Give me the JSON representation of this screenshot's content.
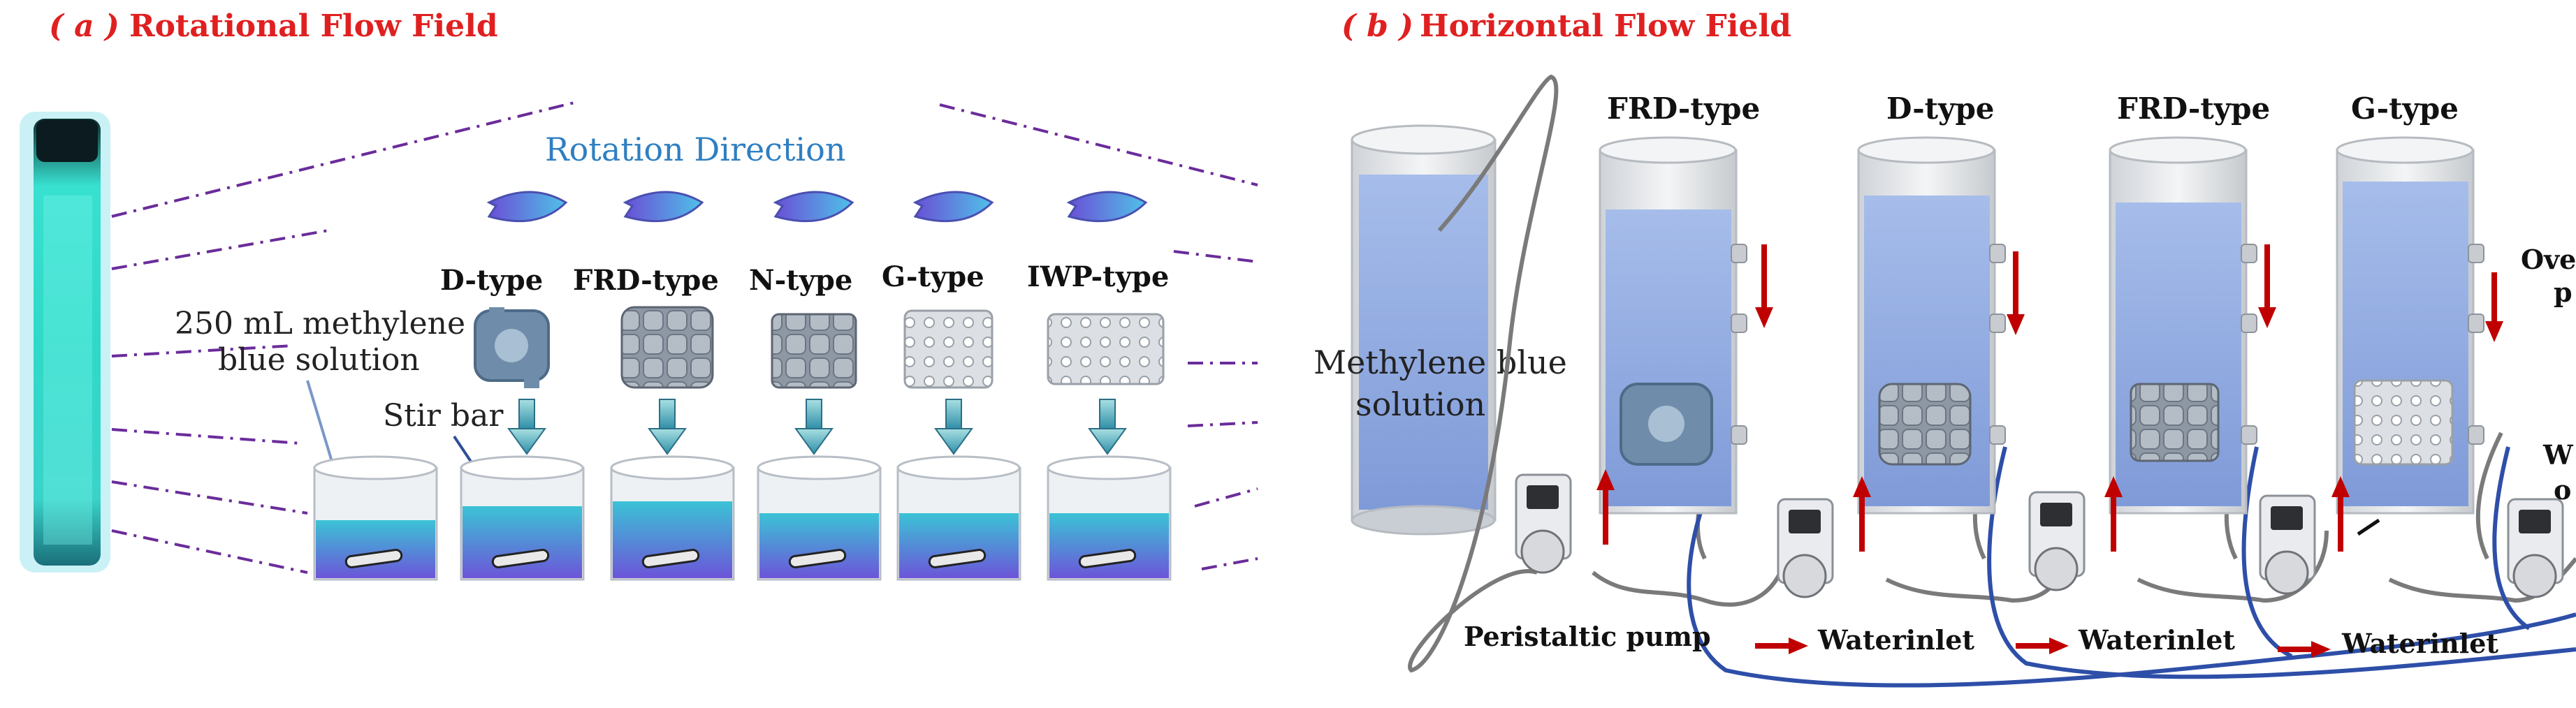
{
  "panel_a": {
    "title_paren": "( a )",
    "title_text": "Rotational Flow Field",
    "rotation_label": "Rotation Direction",
    "solution_label_line1": "250 mL methylene",
    "solution_label_line2": "blue solution",
    "stir_bar_label": "Stir bar",
    "types": [
      "D-type",
      "FRD-type",
      "N-type",
      "G-type",
      "IWP-type"
    ]
  },
  "panel_b": {
    "title_paren": "( b )",
    "title_text": "Horizontal Flow Field",
    "reservoir_label_line1": "Methylene blue",
    "reservoir_label_line2": "solution",
    "types": [
      "FRD-type",
      "D-type",
      "FRD-type",
      "G-type"
    ],
    "pump_label": "Peristaltic pump",
    "inlet_label": "Waterinlet",
    "cut_label_1a": "Ove",
    "cut_label_1b": "p",
    "cut_label_2a": "W",
    "cut_label_2b": "o"
  },
  "colors": {
    "title_red": "#e02020",
    "rotation_blue": "#2f7fc1",
    "water_blue": "#8fa9df",
    "dash_purple": "#6a2c9a",
    "arrow_red": "#c00000",
    "tube_blue": "#2e4fa8",
    "glow_cyan": "#3fe6d6"
  }
}
